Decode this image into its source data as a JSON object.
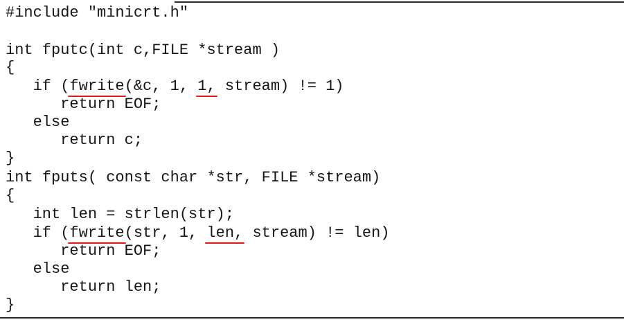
{
  "document": {
    "lines": [
      {
        "id": "include",
        "parts": [
          {
            "t": "#include \"minicrt.h\""
          }
        ]
      },
      {
        "id": "blank-1",
        "parts": [
          {
            "t": ""
          }
        ]
      },
      {
        "id": "fputc-sig",
        "parts": [
          {
            "t": "int fputc(int c,FILE *stream )"
          }
        ]
      },
      {
        "id": "brace-open-1",
        "parts": [
          {
            "t": "{"
          }
        ]
      },
      {
        "id": "fputc-if",
        "parts": [
          {
            "t": "   if ("
          },
          {
            "t": "fwrite",
            "underline": true
          },
          {
            "t": "(&c, 1, "
          },
          {
            "t": "1,",
            "underline": true
          },
          {
            "t": " stream) != 1)"
          }
        ]
      },
      {
        "id": "fputc-return-eof",
        "parts": [
          {
            "t": "      return EOF;"
          }
        ]
      },
      {
        "id": "fputc-else",
        "parts": [
          {
            "t": "   else"
          }
        ]
      },
      {
        "id": "fputc-return-c",
        "parts": [
          {
            "t": "      return c;"
          }
        ]
      },
      {
        "id": "brace-close-1",
        "parts": [
          {
            "t": "}"
          }
        ]
      },
      {
        "id": "fputs-sig",
        "parts": [
          {
            "t": "int fputs( const char *str, FILE *stream)"
          }
        ]
      },
      {
        "id": "brace-open-2",
        "parts": [
          {
            "t": "{"
          }
        ]
      },
      {
        "id": "fputs-len",
        "parts": [
          {
            "t": "   int len = strlen(str);"
          }
        ]
      },
      {
        "id": "fputs-if",
        "parts": [
          {
            "t": "   if ("
          },
          {
            "t": "fwrite",
            "underline": true
          },
          {
            "t": "(str, 1, "
          },
          {
            "t": "len,",
            "underline": true
          },
          {
            "t": " stream) != len)"
          }
        ]
      },
      {
        "id": "fputs-return-eof",
        "parts": [
          {
            "t": "      return EOF;"
          }
        ]
      },
      {
        "id": "fputs-else",
        "parts": [
          {
            "t": "   else"
          }
        ]
      },
      {
        "id": "fputs-return-len",
        "parts": [
          {
            "t": "      return len;"
          }
        ]
      },
      {
        "id": "brace-close-2",
        "parts": [
          {
            "t": "}"
          }
        ]
      }
    ],
    "highlight_color": "#e01a1a"
  }
}
